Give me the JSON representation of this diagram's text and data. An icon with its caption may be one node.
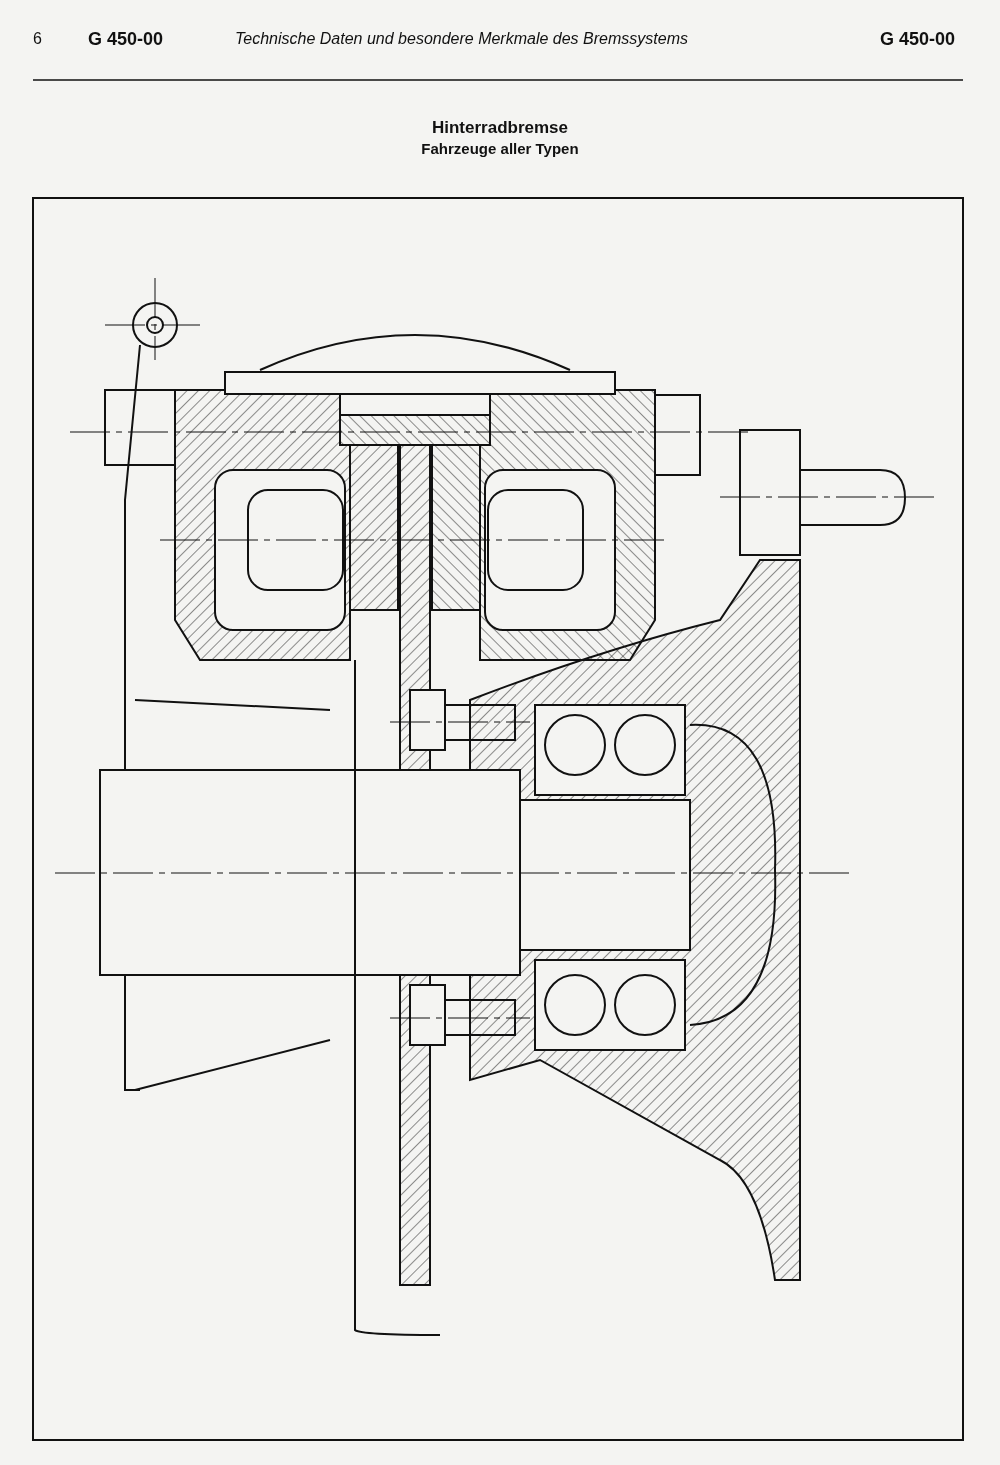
{
  "diagram": {
    "title": "Hinterradbremse",
    "labels": [
      "6",
      "G 450-00",
      "Technische Daten und besondere Merkmale des Bremssystems",
      "G 450-00",
      "Fahrzeuge aller Typen"
    ]
  }
}
